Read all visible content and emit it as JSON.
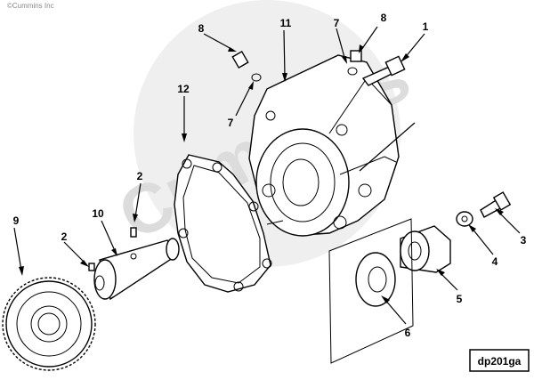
{
  "copyright": "©Cummins Inc",
  "watermark": "Cummins",
  "figure_id": "dp201ga",
  "callouts": [
    {
      "id": "c1",
      "label": "1"
    },
    {
      "id": "c2a",
      "label": "2"
    },
    {
      "id": "c2b",
      "label": "2"
    },
    {
      "id": "c3",
      "label": "3"
    },
    {
      "id": "c4",
      "label": "4"
    },
    {
      "id": "c5",
      "label": "5"
    },
    {
      "id": "c6",
      "label": "6"
    },
    {
      "id": "c7a",
      "label": "7"
    },
    {
      "id": "c7b",
      "label": "7"
    },
    {
      "id": "c8a",
      "label": "8"
    },
    {
      "id": "c8b",
      "label": "8"
    },
    {
      "id": "c9",
      "label": "9"
    },
    {
      "id": "c10",
      "label": "10"
    },
    {
      "id": "c11",
      "label": "11"
    },
    {
      "id": "c12",
      "label": "12"
    }
  ],
  "colors": {
    "line": "#000000",
    "watermark": "#dcdcdc",
    "background": "#ffffff"
  }
}
